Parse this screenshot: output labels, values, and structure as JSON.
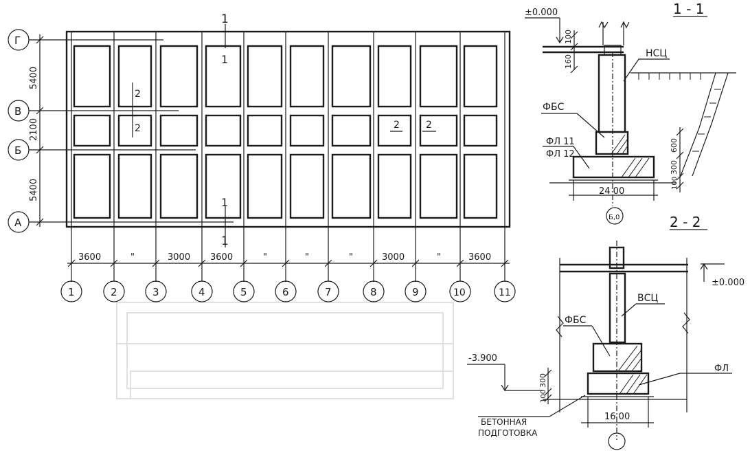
{
  "plan": {
    "section_marks": [
      "1",
      "1",
      "1",
      "1"
    ],
    "panel_marks": [
      "2",
      "2",
      "2",
      "2"
    ],
    "row_axes": [
      {
        "label": "Г"
      },
      {
        "label": "В"
      },
      {
        "label": "Б"
      },
      {
        "label": "А"
      }
    ],
    "row_dims": [
      "5400",
      "2100",
      "5400"
    ],
    "column_axes": [
      "1",
      "2",
      "3",
      "4",
      "5",
      "6",
      "7",
      "8",
      "9",
      "10",
      "11"
    ],
    "column_dims": [
      "3600",
      "\"",
      "3000",
      "3600",
      "\"",
      "\"",
      "\"",
      "3000",
      "\"",
      "3600"
    ]
  },
  "section_1": {
    "title": "1 - 1",
    "level": "±0.000",
    "dims_top": [
      "100",
      "160"
    ],
    "wall_label": "НСЦ",
    "block_label": "ФБС",
    "slab_labels": [
      "ФЛ 11",
      "ФЛ 12"
    ],
    "dims_right": [
      "600",
      "300",
      "100"
    ],
    "width": "24 00",
    "axis_bubble": "Б,0"
  },
  "section_2": {
    "title": "2 - 2",
    "level": "±0.000",
    "wall_label": "ВСЦ",
    "block_label": "ФБС",
    "slab_label": "ФЛ",
    "depth_level": "-3.900",
    "dims_left": [
      "300",
      "100"
    ],
    "width": "16 00",
    "base_note_line1": "БЕТОННАЯ",
    "base_note_line2": "ПОДГОТОВКА"
  }
}
